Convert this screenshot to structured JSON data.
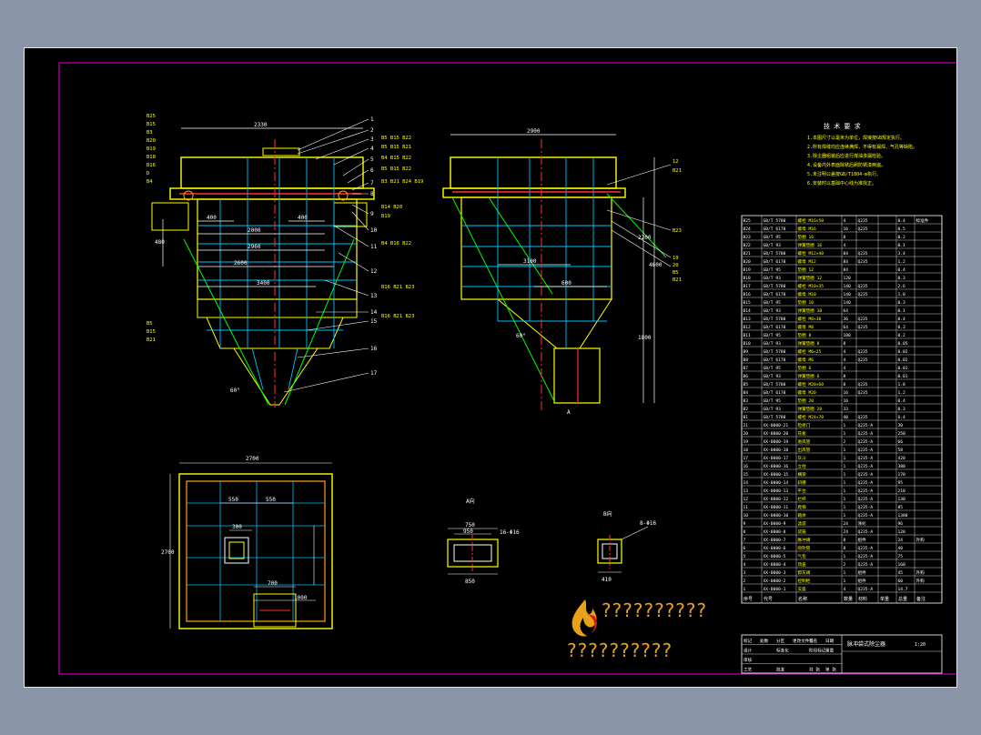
{
  "colors": {
    "background": "#8a95a8",
    "sheet": "#000000",
    "frame": "#e6e6e6",
    "inner_frame": "#c000c0",
    "outline": "#ffff00",
    "section": "#00c0ff",
    "green_line": "#00ff00",
    "white_line": "#ffffff",
    "red_line": "#ff3030",
    "orange": "#ff9f1c",
    "watermark": "#e8a21a"
  },
  "technical_notes": {
    "title": "技 术 要 求",
    "lines": [
      "1.本图尺寸以毫米为单位，焊接按GB规定执行。",
      "2.所有焊缝均应连续满焊，不得有漏焊、气孔等缺陷。",
      "3.除尘器组装后应进行煤油渗漏检验。",
      "4.设备内外表面除锈后刷防锈漆两遍。",
      "5.未注明公差按GB/T1804-m执行。",
      "6.安装时以基础中心线为准找正。"
    ]
  },
  "front_view": {
    "dims": [
      "2330",
      "400",
      "400",
      "2000",
      "2960",
      "2600",
      "3400",
      "480"
    ],
    "angle": "60°",
    "callouts": [
      "1",
      "2",
      "3",
      "4",
      "5",
      "6",
      "7",
      "8",
      "9",
      "10",
      "11",
      "12",
      "13",
      "14",
      "15",
      "16",
      "17"
    ],
    "bolt_labels": [
      "B5 B15 B22",
      "B5 B15 B21",
      "B4 B15 B22",
      "B5 B15 B22",
      "B3 B21 B24 B19",
      "B14 B20",
      "B19",
      "B4 B16 B22",
      "B16 B21 B23",
      "B16 B21 B23"
    ],
    "left_labels": [
      "B25",
      "B15",
      "B3",
      "B20",
      "B19",
      "B18",
      "B16",
      "D",
      "B4"
    ],
    "bottom_left_labels": [
      "B5",
      "B15",
      "B21"
    ]
  },
  "side_view": {
    "dims": [
      "2900",
      "3100",
      "4600",
      "2200",
      "1800",
      "600"
    ],
    "angle": "60°",
    "right_labels": [
      "12",
      "B21",
      "B23",
      "19",
      "20",
      "B5",
      "B21"
    ],
    "view_mark": "A"
  },
  "plan_view": {
    "dims": [
      "2700",
      "550",
      "550",
      "300",
      "2700",
      "700",
      "1000"
    ]
  },
  "detail_a": {
    "title": "A向",
    "dims": [
      "750",
      "950",
      "850",
      "16-Φ16"
    ]
  },
  "detail_b": {
    "title": "B向",
    "dims": [
      "8-Φ16",
      "410"
    ]
  },
  "watermark": {
    "chars": "??????????",
    "sub": "??????????"
  },
  "bom": {
    "header": [
      "序号",
      "代号",
      "名称",
      "数量",
      "材料",
      "单重",
      "总重",
      "备注"
    ],
    "rows": [
      [
        "B25",
        "GB/T 5780",
        "螺栓 M16×50",
        "4",
        "Q235",
        "",
        "0.4",
        "标准件"
      ],
      [
        "B24",
        "GB/T 6170",
        "螺母 M16",
        "16",
        "Q235",
        "",
        "0.5",
        ""
      ],
      [
        "B23",
        "GB/T 95",
        "垫圈 16",
        "8",
        "",
        "",
        "0.2",
        ""
      ],
      [
        "B22",
        "GB/T 93",
        "弹簧垫圈 16",
        "4",
        "",
        "",
        "0.1",
        ""
      ],
      [
        "B21",
        "GB/T 5780",
        "螺栓 M12×40",
        "84",
        "Q235",
        "",
        "3.4",
        ""
      ],
      [
        "B20",
        "GB/T 6170",
        "螺母 M12",
        "84",
        "Q235",
        "",
        "1.2",
        ""
      ],
      [
        "B19",
        "GB/T 95",
        "垫圈 12",
        "84",
        "",
        "",
        "0.4",
        ""
      ],
      [
        "B18",
        "GB/T 93",
        "弹簧垫圈 12",
        "120",
        "",
        "",
        "0.3",
        ""
      ],
      [
        "B17",
        "GB/T 5780",
        "螺栓 M10×35",
        "140",
        "Q235",
        "",
        "2.6",
        ""
      ],
      [
        "B16",
        "GB/T 6170",
        "螺母 M10",
        "140",
        "Q235",
        "",
        "1.0",
        ""
      ],
      [
        "B15",
        "GB/T 95",
        "垫圈 10",
        "140",
        "",
        "",
        "0.3",
        ""
      ],
      [
        "B14",
        "GB/T 93",
        "弹簧垫圈 10",
        "64",
        "",
        "",
        "0.1",
        ""
      ],
      [
        "B13",
        "GB/T 5780",
        "螺栓 M8×30",
        "36",
        "Q235",
        "",
        "0.4",
        ""
      ],
      [
        "B12",
        "GB/T 6170",
        "螺母 M8",
        "64",
        "Q235",
        "",
        "0.3",
        ""
      ],
      [
        "B11",
        "GB/T 95",
        "垫圈 8",
        "100",
        "",
        "",
        "0.2",
        ""
      ],
      [
        "B10",
        "GB/T 93",
        "弹簧垫圈 8",
        "8",
        "",
        "",
        "0.05",
        ""
      ],
      [
        "B9",
        "GB/T 5780",
        "螺栓 M6×25",
        "4",
        "Q235",
        "",
        "0.02",
        ""
      ],
      [
        "B8",
        "GB/T 6170",
        "螺母 M6",
        "4",
        "Q235",
        "",
        "0.02",
        ""
      ],
      [
        "B7",
        "GB/T 95",
        "垫圈 6",
        "4",
        "",
        "",
        "0.01",
        ""
      ],
      [
        "B6",
        "GB/T 93",
        "弹簧垫圈 6",
        "8",
        "",
        "",
        "0.01",
        ""
      ],
      [
        "B5",
        "GB/T 5780",
        "螺栓 M20×60",
        "8",
        "Q235",
        "",
        "1.8",
        ""
      ],
      [
        "B4",
        "GB/T 6170",
        "螺母 M20",
        "16",
        "Q235",
        "",
        "1.2",
        ""
      ],
      [
        "B3",
        "GB/T 95",
        "垫圈 20",
        "16",
        "",
        "",
        "0.4",
        ""
      ],
      [
        "B2",
        "GB/T 93",
        "弹簧垫圈 20",
        "33",
        "",
        "",
        "0.3",
        ""
      ],
      [
        "B1",
        "GB/T 5780",
        "螺栓 M24×70",
        "40",
        "Q235",
        "",
        "6.4",
        ""
      ],
      [
        "21",
        "XX-0000-21",
        "检修门",
        "1",
        "Q235-A",
        "",
        "30",
        ""
      ],
      [
        "20",
        "XX-0000-20",
        "花板",
        "1",
        "Q235-A",
        "",
        "250",
        ""
      ],
      [
        "19",
        "XX-0000-19",
        "进风管",
        "2",
        "Q235-A",
        "",
        "66",
        ""
      ],
      [
        "18",
        "XX-0000-18",
        "出风管",
        "1",
        "Q235-A",
        "",
        "58",
        ""
      ],
      [
        "17",
        "XX-0000-17",
        "灰斗",
        "1",
        "Q235-A",
        "",
        "420",
        ""
      ],
      [
        "16",
        "XX-0000-16",
        "立柱",
        "1",
        "Q235-A",
        "",
        "380",
        ""
      ],
      [
        "15",
        "XX-0000-15",
        "横梁",
        "1",
        "Q235-A",
        "",
        "170",
        ""
      ],
      [
        "14",
        "XX-0000-14",
        "斜撑",
        "1",
        "Q235-A",
        "",
        "95",
        ""
      ],
      [
        "13",
        "XX-0000-13",
        "平台",
        "1",
        "Q235-A",
        "",
        "210",
        ""
      ],
      [
        "12",
        "XX-0000-12",
        "栏杆",
        "1",
        "Q235-A",
        "",
        "130",
        ""
      ],
      [
        "11",
        "XX-0000-11",
        "爬梯",
        "1",
        "Q235-A",
        "",
        "85",
        ""
      ],
      [
        "10",
        "XX-0000-10",
        "箱体",
        "1",
        "Q235-A",
        "",
        "1380",
        ""
      ],
      [
        "9",
        "XX-0000-9",
        "滤袋",
        "24",
        "涤纶",
        "",
        "96",
        ""
      ],
      [
        "8",
        "XX-0000-8",
        "袋笼",
        "24",
        "Q235-A",
        "",
        "120",
        ""
      ],
      [
        "7",
        "XX-0000-7",
        "脉冲阀",
        "8",
        "组件",
        "",
        "24",
        "外购"
      ],
      [
        "6",
        "XX-0000-6",
        "喷吹管",
        "8",
        "Q235-A",
        "",
        "40",
        ""
      ],
      [
        "5",
        "XX-0000-5",
        "气包",
        "1",
        "Q235-A",
        "",
        "75",
        ""
      ],
      [
        "4",
        "XX-0000-4",
        "顶盖",
        "2",
        "Q235-A",
        "",
        "160",
        ""
      ],
      [
        "3",
        "XX-0000-3",
        "卸灰阀",
        "1",
        "组件",
        "",
        "45",
        "外购"
      ],
      [
        "2",
        "XX-0000-2",
        "控制柜",
        "1",
        "组件",
        "",
        "60",
        "外购"
      ],
      [
        "1",
        "XX-0000-1",
        "支座",
        "4",
        "Q235-A",
        "",
        "14.7",
        ""
      ]
    ]
  },
  "title_block": {
    "rows": [
      [
        "标记",
        "处数",
        "分区",
        "更改文件号",
        "签名",
        "日期"
      ],
      [
        "设计",
        "",
        "标准化",
        "",
        "阶段标记",
        "重量"
      ],
      [
        "审核",
        "",
        "",
        "",
        "",
        ""
      ],
      [
        "工艺",
        "",
        "批准",
        "",
        "共 张",
        "第 张"
      ]
    ],
    "drawing_name": "脉冲袋式除尘器",
    "scale": "1:20"
  }
}
